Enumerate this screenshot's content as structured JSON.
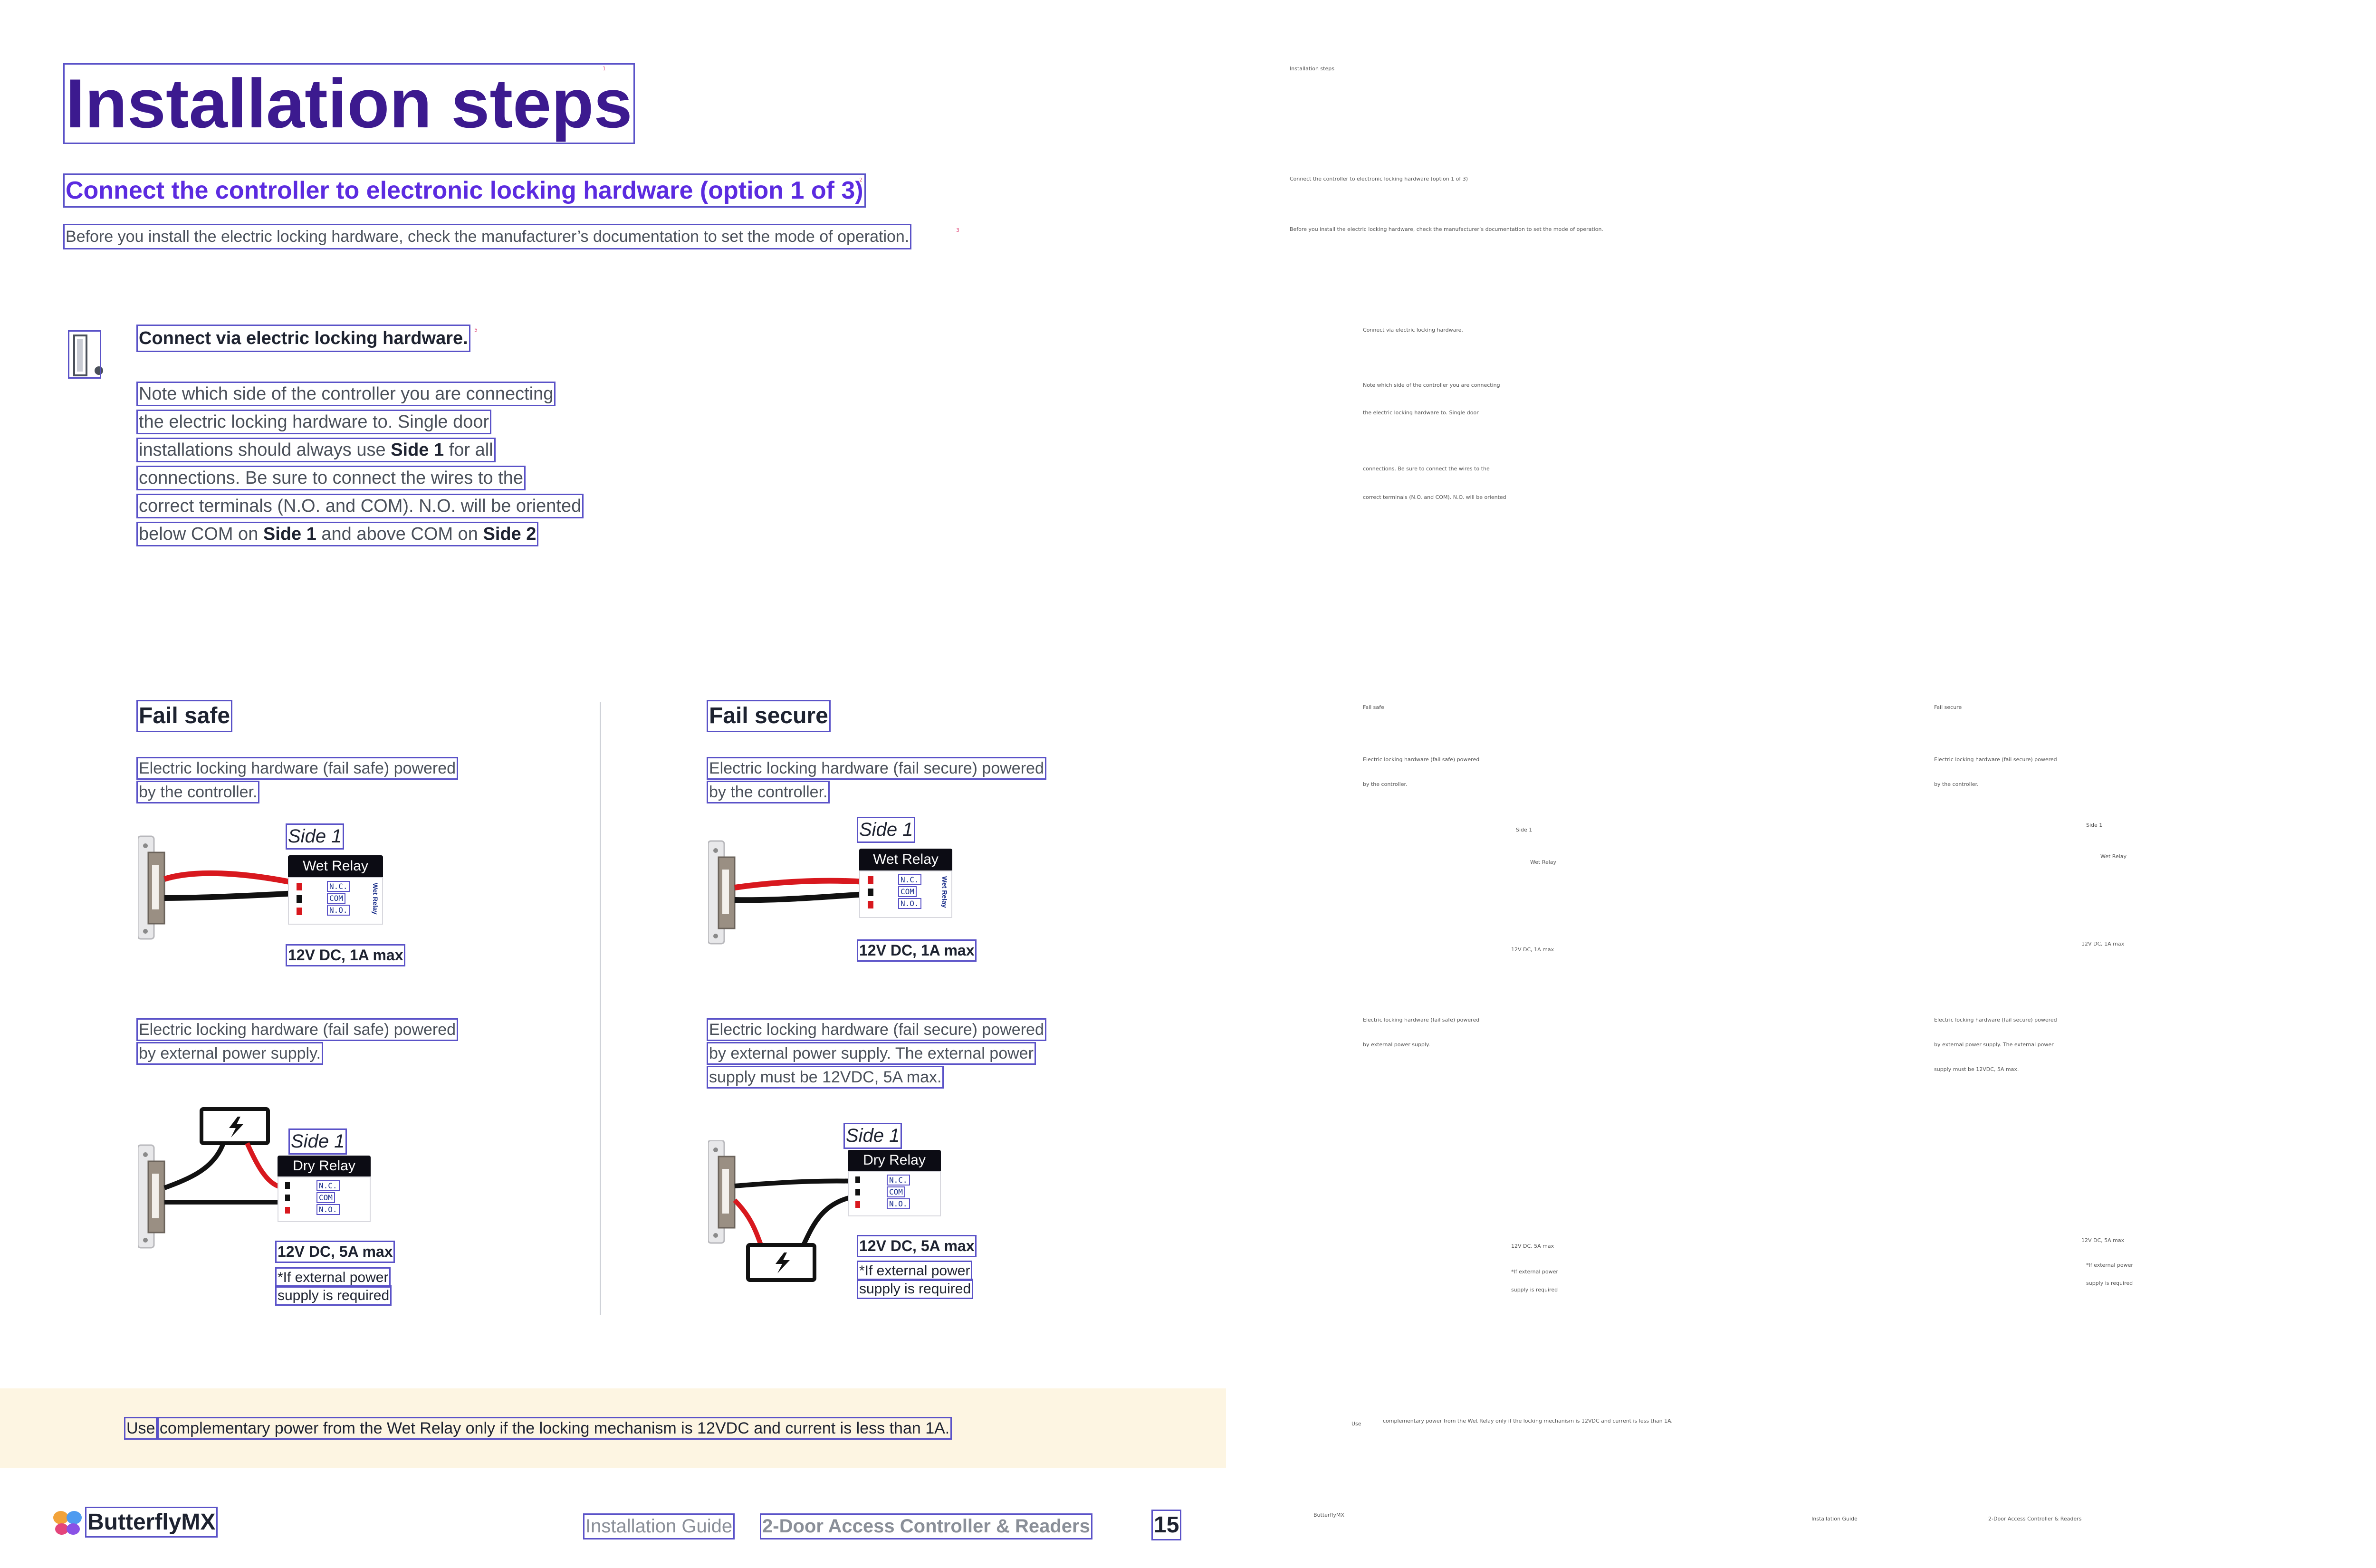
{
  "page": {
    "title": "Installation steps",
    "subtitle": "Connect the controller to electronic locking hardware (option 1 of 3)",
    "intro": "Before you install the electric locking hardware, check the manufacturer’s documentation to set the mode of operation."
  },
  "step": {
    "heading": "Connect via electric locking hardware.",
    "lines": [
      [
        "Note which side of the controller you are connecting"
      ],
      [
        "the electric locking hardware to. Single door"
      ],
      [
        "installations should always use ",
        "Side 1",
        " for all"
      ],
      [
        "connections. Be sure to connect the wires to the"
      ],
      [
        "correct terminals (N.O. and COM). N.O. will be oriented"
      ],
      [
        "below COM on ",
        "Side 1",
        " and above COM on ",
        "Side 2"
      ]
    ]
  },
  "fail_safe": {
    "heading": "Fail safe",
    "wet_desc_1": "Electric locking hardware (fail safe) powered",
    "wet_desc_2": "by the controller.",
    "wet_side": "Side 1",
    "wet_relay": "Wet Relay",
    "wet_spec": "12V DC, 1A max",
    "dry_desc_1": "Electric locking hardware (fail safe) powered",
    "dry_desc_2": "by external power supply.",
    "dry_side": "Side 1",
    "dry_relay": "Dry Relay",
    "dry_spec": "12V DC, 5A max",
    "note_1": "*If external power",
    "note_2": "supply is required"
  },
  "fail_secure": {
    "heading": "Fail secure",
    "wet_desc_1": "Electric locking hardware (fail secure) powered",
    "wet_desc_2": "by the controller.",
    "wet_side": "Side 1",
    "wet_relay": "Wet Relay",
    "wet_spec": "12V DC, 1A max",
    "dry_desc_1": "Electric locking hardware (fail secure) powered",
    "dry_desc_2": "by external power supply. The external power",
    "dry_desc_3": "supply must be 12VDC, 5A max.",
    "dry_side": "Side 1",
    "dry_relay": "Dry Relay",
    "dry_spec": "12V DC, 5A max",
    "note_1": "*If external power",
    "note_2": "supply is required"
  },
  "terminals": [
    "N.C.",
    "COM",
    "N.O."
  ],
  "relay_side_label": "Wet Relay",
  "callout": {
    "prefix": "Use",
    "text": "complementary power from the Wet Relay only if the locking mechanism is 12VDC and current is less than 1A."
  },
  "footer": {
    "brand": "ButterflyMX",
    "guide": "Installation Guide",
    "product": "2-Door Access Controller & Readers",
    "page_number": "15"
  },
  "colors": {
    "title": "#3c1a8f",
    "accent": "#5b2be0",
    "callout_bg": "#fdf5e2",
    "wire_red": "#d8181e",
    "wire_black": "#111111"
  },
  "icons": {
    "step": "door-strike-icon",
    "power": "lightning-bolt-icon",
    "brand": "butterfly-logo-icon"
  }
}
